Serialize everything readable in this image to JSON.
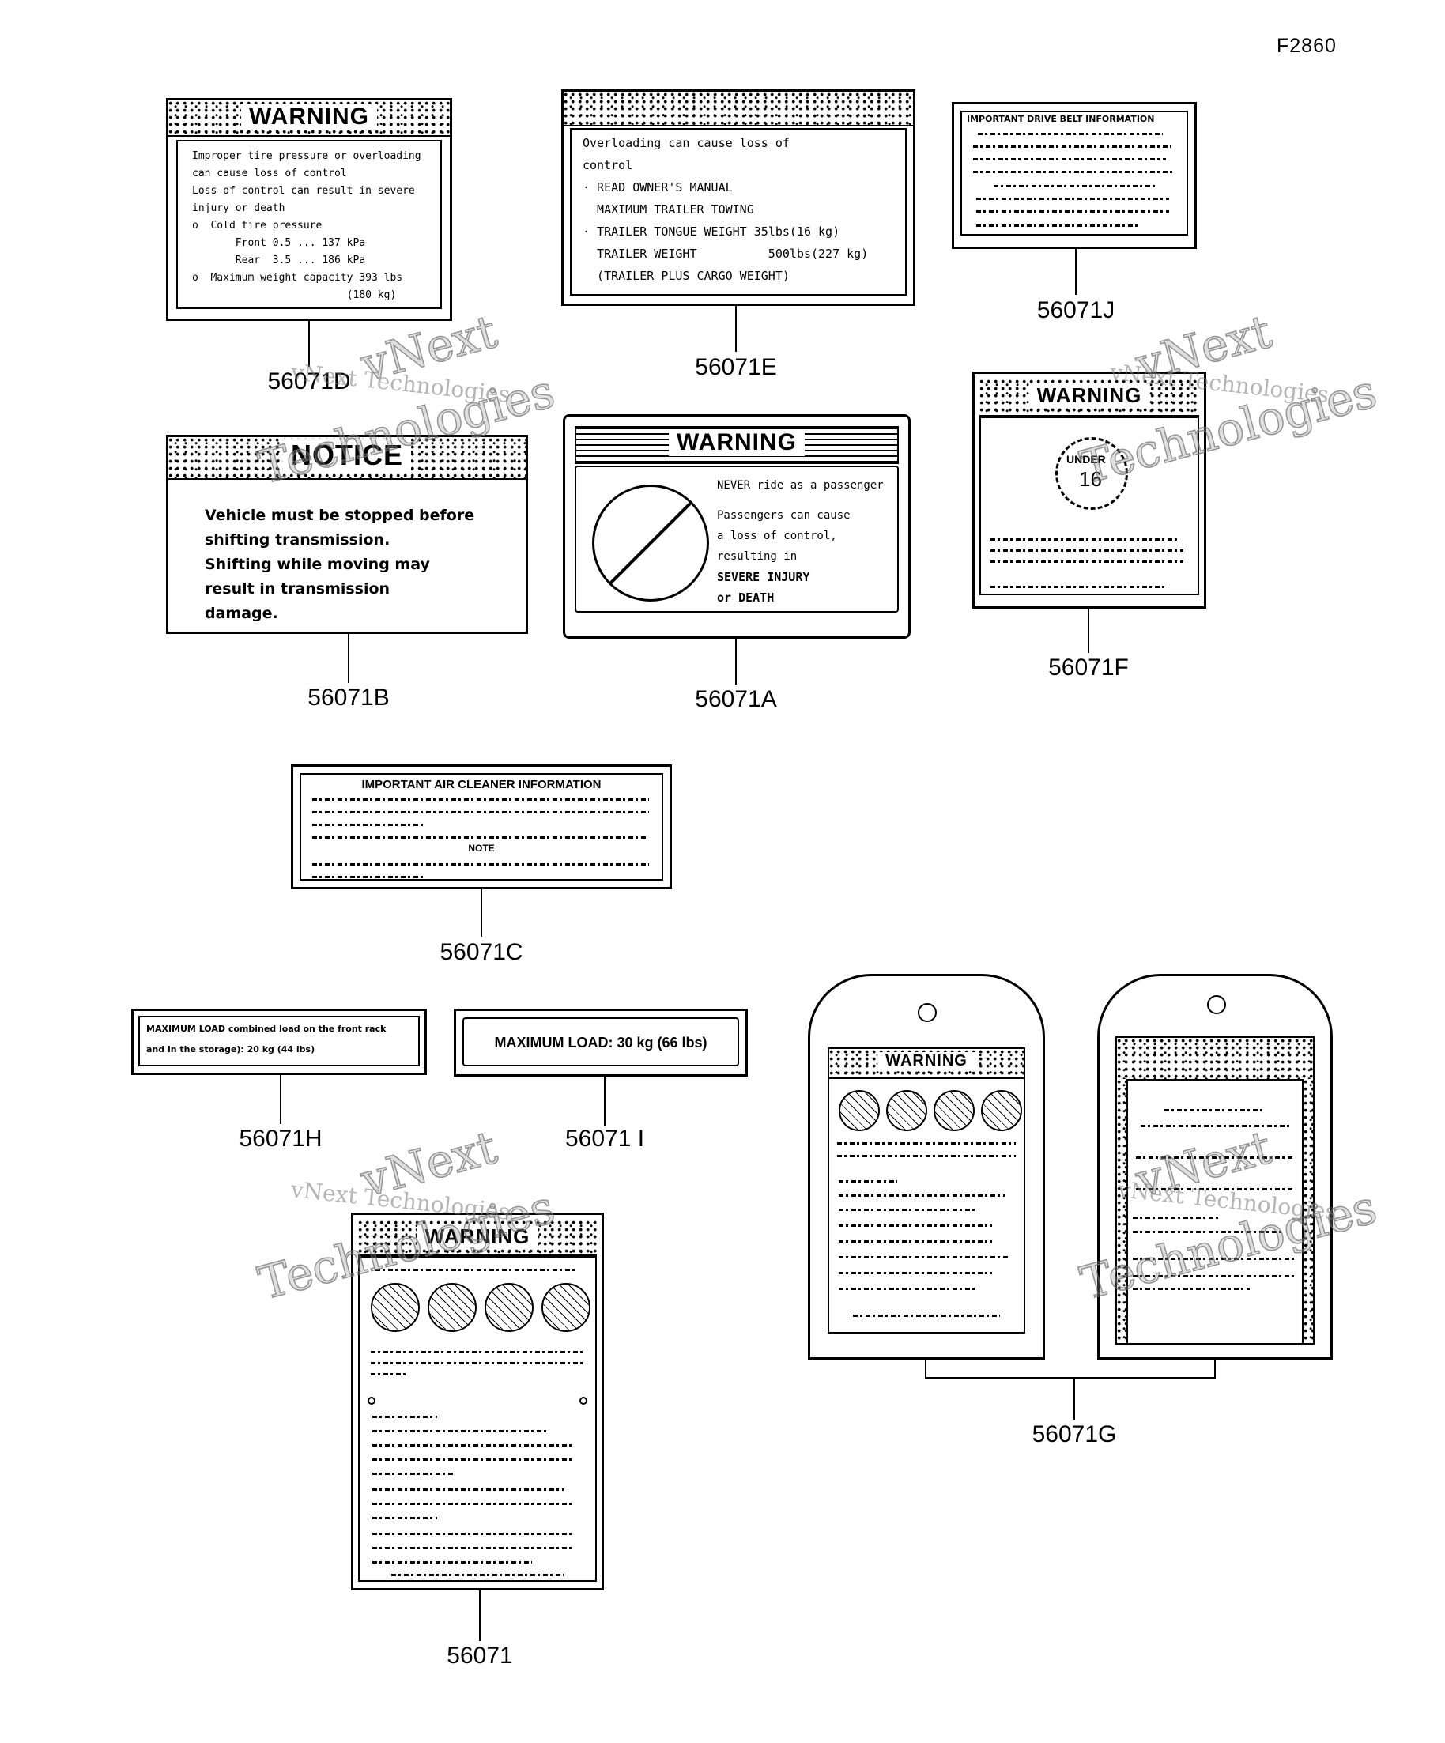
{
  "figure_code": "F2860",
  "watermark": {
    "line1": "vNext",
    "line2": "Technologies",
    "inline": "vNext Technologies"
  },
  "labels": {
    "56071D": {
      "part_no": "56071D",
      "title": "WARNING",
      "lines": [
        "Improper tire pressure or overloading",
        "can cause loss of control",
        "Loss of control can result in severe",
        "injury or death",
        "o  Cold tire pressure",
        "       Front 0.5 ... 137 kPa",
        "       Rear  3.5 ... 186 kPa",
        "o  Maximum weight capacity 393 lbs",
        "                         (180 kg)"
      ]
    },
    "56071E": {
      "part_no": "56071E",
      "lines": [
        "Overloading can cause loss of",
        "control",
        "· READ OWNER'S MANUAL",
        "  MAXIMUM TRAILER TOWING",
        "· TRAILER TONGUE WEIGHT 35lbs(16 kg)",
        "  TRAILER WEIGHT          500lbs(227 kg)",
        "  (TRAILER PLUS CARGO WEIGHT)"
      ]
    },
    "56071J": {
      "part_no": "56071J",
      "title": "IMPORTANT DRIVE BELT INFORMATION"
    },
    "56071B": {
      "part_no": "56071B",
      "title": "NOTICE",
      "lines": [
        "Vehicle must be stopped before",
        "shifting transmission.",
        "Shifting while moving may",
        "result in transmission",
        "damage."
      ]
    },
    "56071A": {
      "part_no": "56071A",
      "title": "WARNING",
      "lines": [
        "NEVER ride as a passenger",
        "Passengers can cause",
        "a loss of control,",
        "resulting in",
        "SEVERE INJURY",
        "or DEATH"
      ]
    },
    "56071F": {
      "part_no": "56071F",
      "title": "WARNING",
      "badge_top": "UNDER",
      "badge_num": "16"
    },
    "56071C": {
      "part_no": "56071C",
      "title": "IMPORTANT AIR CLEANER INFORMATION",
      "note": "NOTE"
    },
    "56071H": {
      "part_no": "56071H",
      "lines": [
        "MAXIMUM LOAD combined load on the front rack",
        "and in the storage): 20 kg (44 lbs)"
      ]
    },
    "56071I": {
      "part_no": "56071 I",
      "text": "MAXIMUM LOAD: 30 kg (66 lbs)"
    },
    "56071": {
      "part_no": "56071",
      "title": "WARNING"
    },
    "56071G": {
      "part_no": "56071G",
      "title_left": "WARNING"
    }
  }
}
